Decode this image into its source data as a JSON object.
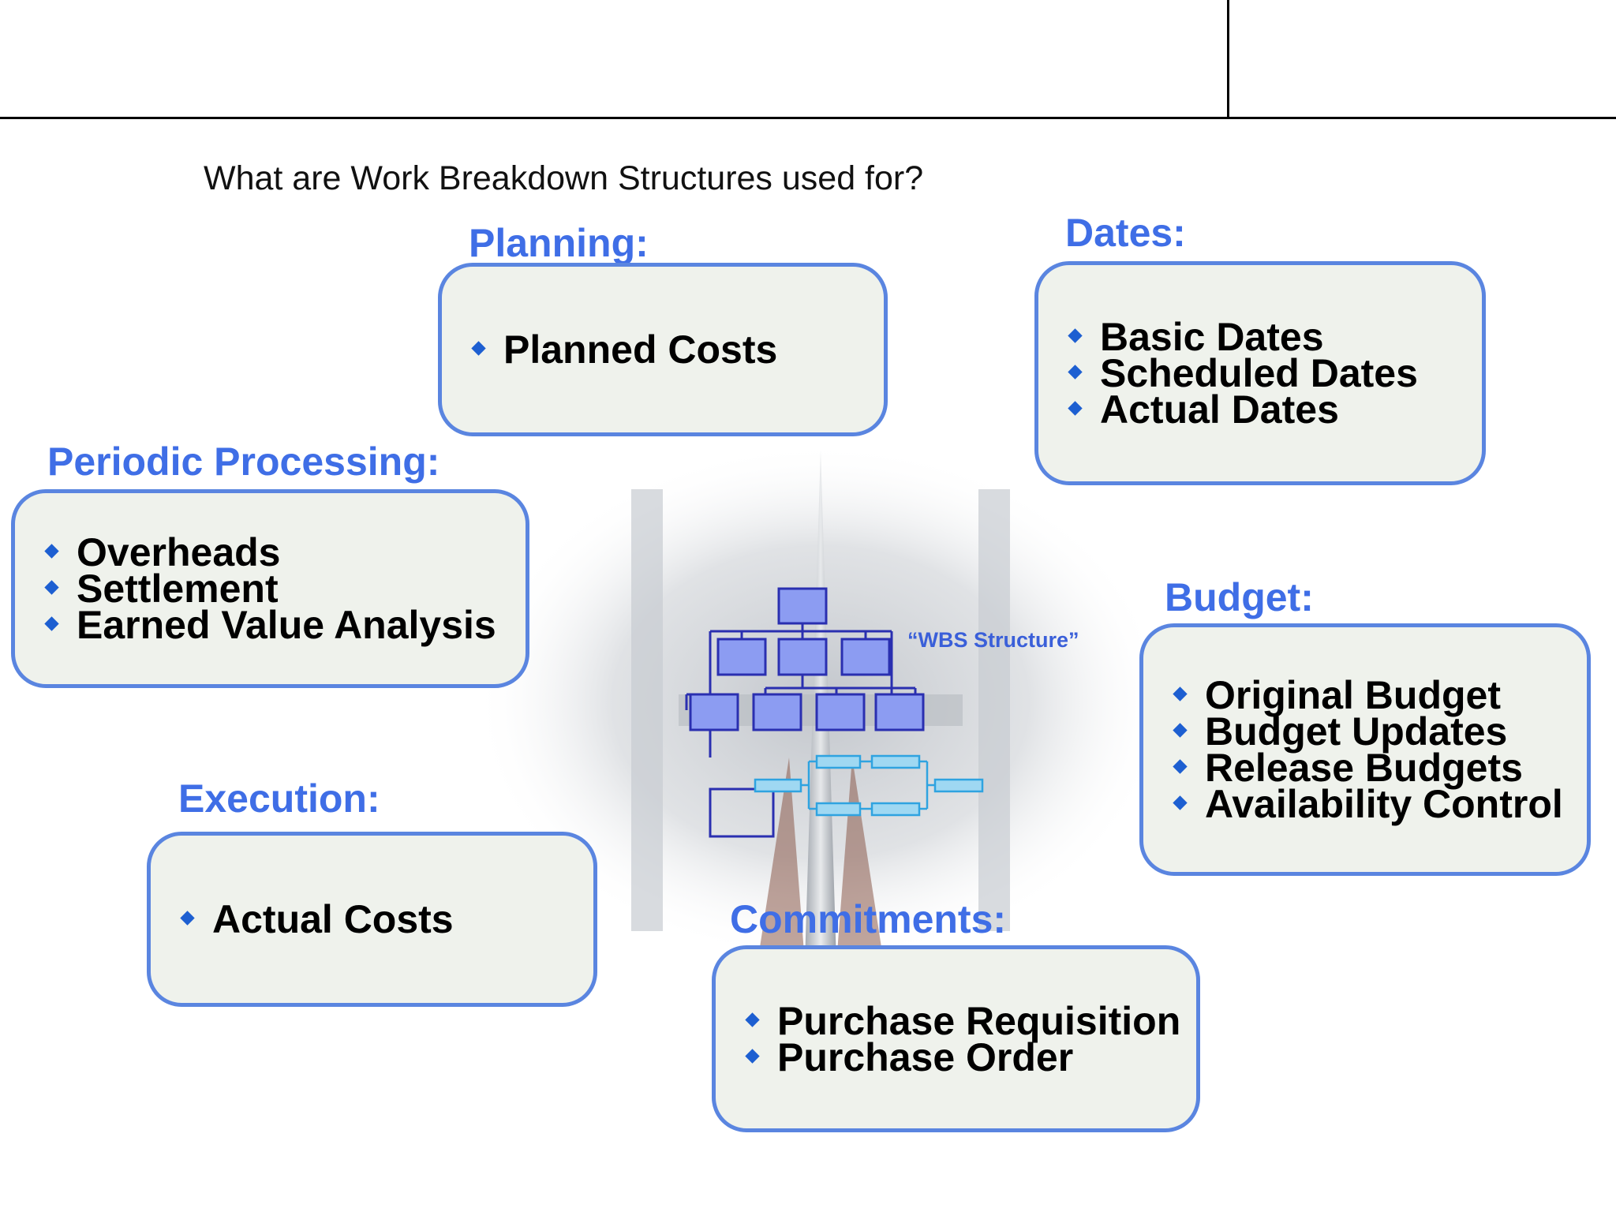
{
  "subtitle": "What are Work Breakdown Structures used for?",
  "wbs_label": "“WBS Structure”",
  "sections": {
    "planning": {
      "title": "Planning:",
      "items": [
        "Planned Costs"
      ]
    },
    "dates": {
      "title": "Dates:",
      "items": [
        "Basic Dates",
        "Scheduled Dates",
        "Actual Dates"
      ]
    },
    "periodic": {
      "title": "Periodic Processing:",
      "items": [
        "Overheads",
        "Settlement",
        "Earned Value Analysis"
      ]
    },
    "budget": {
      "title": "Budget:",
      "items": [
        "Original Budget",
        "Budget Updates",
        "Release Budgets",
        "Availability Control"
      ]
    },
    "execution": {
      "title": "Execution:",
      "items": [
        "Actual Costs"
      ]
    },
    "commitments": {
      "title": "Commitments:",
      "items": [
        "Purchase Requisition",
        "Purchase Order"
      ]
    }
  },
  "colors": {
    "title_blue": "#3f6ee6",
    "box_border": "#5a85e0",
    "box_fill": "#eff2ec",
    "bullet": "#1d5fd1"
  }
}
